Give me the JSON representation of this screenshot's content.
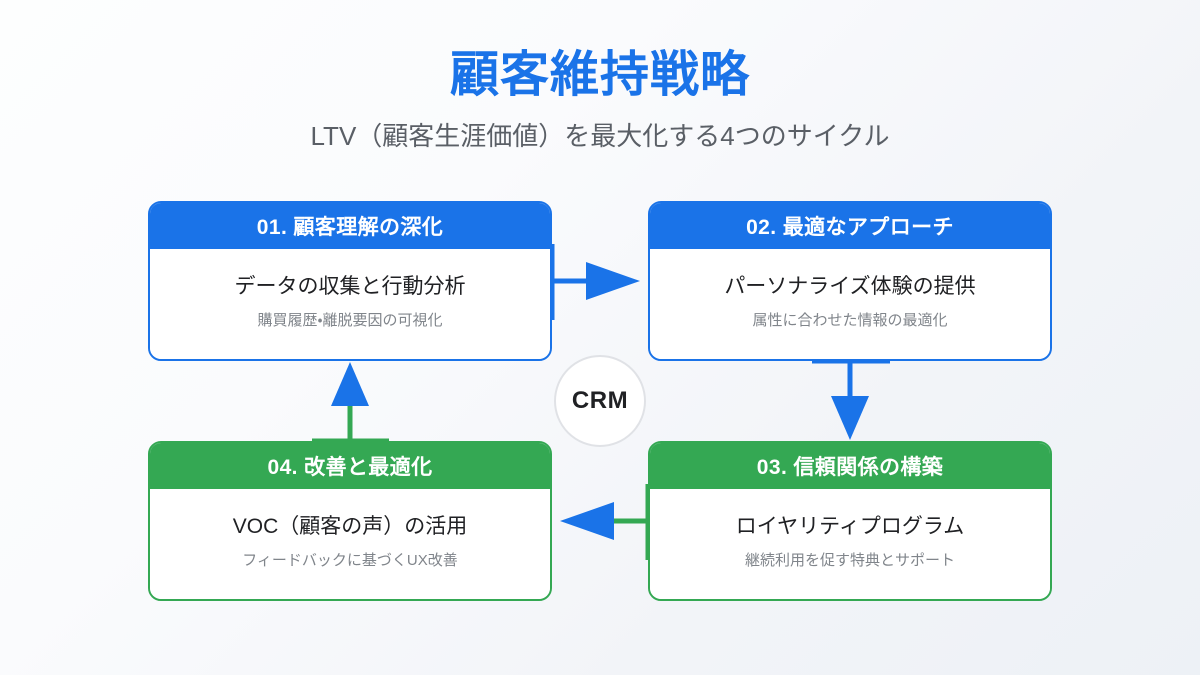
{
  "header": {
    "title": "顧客維持戦略",
    "subtitle": "LTV（顧客生涯価値）を最大化する4つのサイクル",
    "title_color": "#1a73e8",
    "subtitle_color": "#5a5f66"
  },
  "hub": {
    "label": "CRM",
    "border_color": "#e0e2e6",
    "text_color": "#202124"
  },
  "palette": {
    "blue": "#1a73e8",
    "green": "#34a853",
    "card_background": "#ffffff",
    "body_text": "#202124",
    "sub_text": "#80858b",
    "background_start": "#fdfefe",
    "background_end": "#edf1f6"
  },
  "cards": [
    {
      "id": "01",
      "header": "01. 顧客理解の深化",
      "main": "データの収集と行動分析",
      "sub": "購買履歴・離脱要因の可視化",
      "accent": "#1a73e8",
      "position": "top-left"
    },
    {
      "id": "02",
      "header": "02. 最適なアプローチ",
      "main": "パーソナライズ体験の提供",
      "sub": "属性に合わせた情報の最適化",
      "accent": "#1a73e8",
      "position": "top-right"
    },
    {
      "id": "03",
      "header": "03. 信頼関係の構築",
      "main": "ロイヤリティプログラム",
      "sub": "継続利用を促す特典とサポート",
      "accent": "#34a853",
      "position": "bottom-right"
    },
    {
      "id": "04",
      "header": "04. 改善と最適化",
      "main": "VOC（顧客の声）の活用",
      "sub": "フィードバックに基づくUX改善",
      "accent": "#34a853",
      "position": "bottom-left"
    }
  ],
  "arrows": [
    {
      "name": "arrow-01-to-02",
      "direction": "right",
      "line_color": "#1a73e8",
      "head_color": "#1a73e8"
    },
    {
      "name": "arrow-02-to-03",
      "direction": "down",
      "line_color": "#1a73e8",
      "head_color": "#1a73e8"
    },
    {
      "name": "arrow-03-to-04",
      "direction": "left",
      "line_color": "#34a853",
      "head_color": "#1a73e8"
    },
    {
      "name": "arrow-04-to-01",
      "direction": "up",
      "line_color": "#34a853",
      "head_color": "#1a73e8"
    }
  ]
}
